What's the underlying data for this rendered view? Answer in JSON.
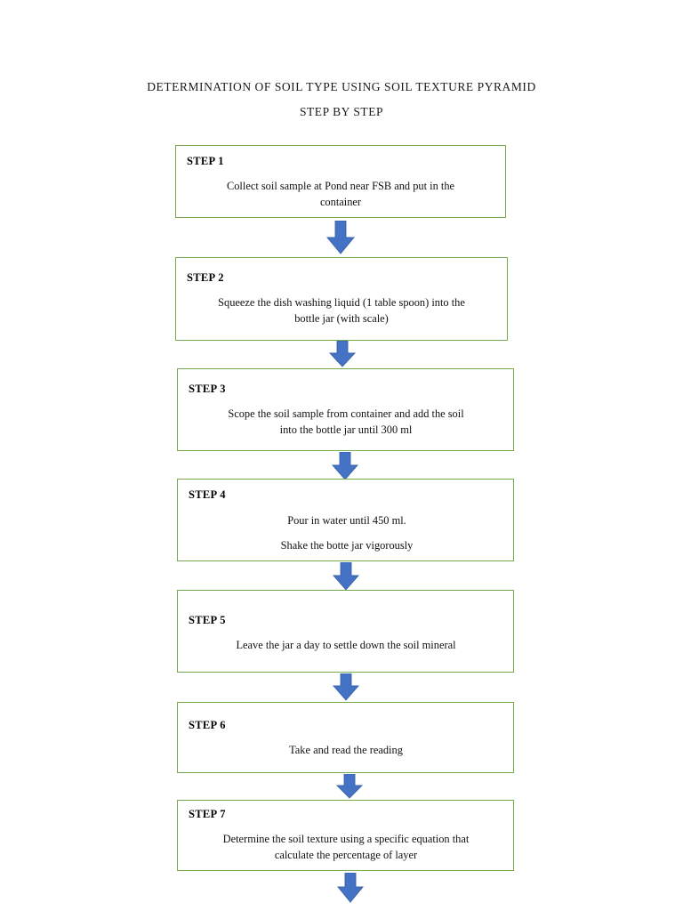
{
  "document": {
    "title_lines": [
      "DETERMINATION OF SOIL TYPE USING SOIL TEXTURE PYRAMID",
      "STEP BY STEP"
    ]
  },
  "colors": {
    "box_border": "#77a94f",
    "box_fill": "#ffffff",
    "arrow_fill": "#4472c4",
    "arrow_stroke": "#3a62a8",
    "text": "#000000",
    "page_background": "#ffffff"
  },
  "flow": {
    "steps": [
      {
        "label": "STEP 1",
        "lines": [
          "Collect soil sample at Pond near FSB and put in the",
          "container"
        ],
        "single_paragraph": true
      },
      {
        "label": "STEP 2",
        "lines": [
          "Squeeze the dish washing liquid (1 table spoon) into the",
          "bottle jar (with scale)"
        ],
        "single_paragraph": true
      },
      {
        "label": "STEP 3",
        "lines": [
          "Scope the soil sample from container and add the soil",
          "into the bottle jar until 300 ml"
        ],
        "single_paragraph": true
      },
      {
        "label": "STEP 4",
        "lines": [
          "Pour in water until 450 ml.",
          "Shake the botte jar vigorously"
        ],
        "single_paragraph": false
      },
      {
        "label": "STEP 5",
        "lines": [
          "Leave the jar a day to settle down the soil mineral"
        ],
        "single_paragraph": true
      },
      {
        "label": "STEP 6",
        "lines": [
          "Take and read the reading"
        ],
        "single_paragraph": true
      },
      {
        "label": "STEP 7",
        "lines": [
          "Determine the soil texture using a specific equation that",
          "calculate the percentage of layer"
        ],
        "single_paragraph": true
      }
    ],
    "connectors": [
      {
        "name": "arrow-step1-to-step2"
      },
      {
        "name": "arrow-step2-to-step3"
      },
      {
        "name": "arrow-step3-to-step4"
      },
      {
        "name": "arrow-step4-to-step5"
      },
      {
        "name": "arrow-step5-to-step6"
      },
      {
        "name": "arrow-step6-to-step7"
      },
      {
        "name": "arrow-step7-to-next"
      }
    ]
  }
}
